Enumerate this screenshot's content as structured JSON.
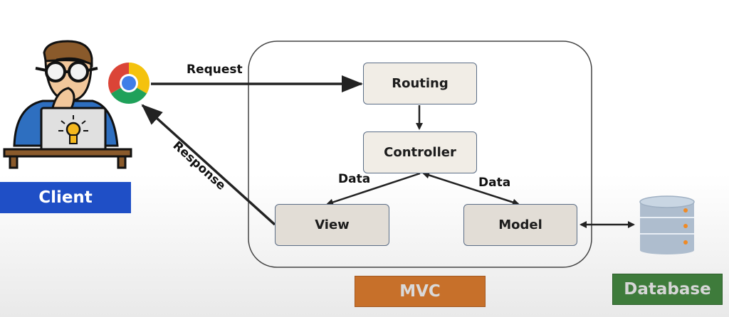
{
  "client": {
    "label": "Client",
    "color": "#1f4fc6"
  },
  "edges": {
    "request": "Request",
    "response": "Response",
    "data_left": "Data",
    "data_right": "Data"
  },
  "mvc": {
    "label": "MVC",
    "label_bg": "#c7702a",
    "label_text_color": "#d9d9d9",
    "routing": "Routing",
    "controller": "Controller",
    "view": "View",
    "model": "Model"
  },
  "database": {
    "label": "Database",
    "bg": "#3e7b3b",
    "text_color": "#d6d6d6"
  },
  "icons": [
    "client-person-icon",
    "chrome-browser-icon",
    "database-icon"
  ]
}
